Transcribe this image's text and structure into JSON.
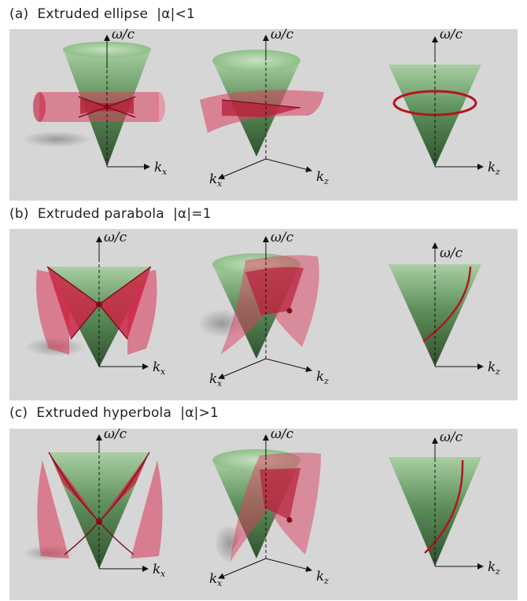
{
  "panels": [
    {
      "id": "a",
      "label": "(a)  Extruded ellipse  |α|<1"
    },
    {
      "id": "b",
      "label": "(b)  Extruded parabola  |α|=1"
    },
    {
      "id": "c",
      "label": "(c)  Extruded hyperbola  |α|>1"
    }
  ],
  "axis_labels": {
    "omega_main": "ω/c",
    "k": "k",
    "sub_x": "x",
    "sub_z": "z"
  },
  "colors": {
    "cone": "#5e8f5c",
    "cone_light": "#b7d6b1",
    "cone_dark": "#3a5c39",
    "surface": "#d6304f",
    "curve": "#b3141e",
    "background": "#d6d6d6"
  }
}
